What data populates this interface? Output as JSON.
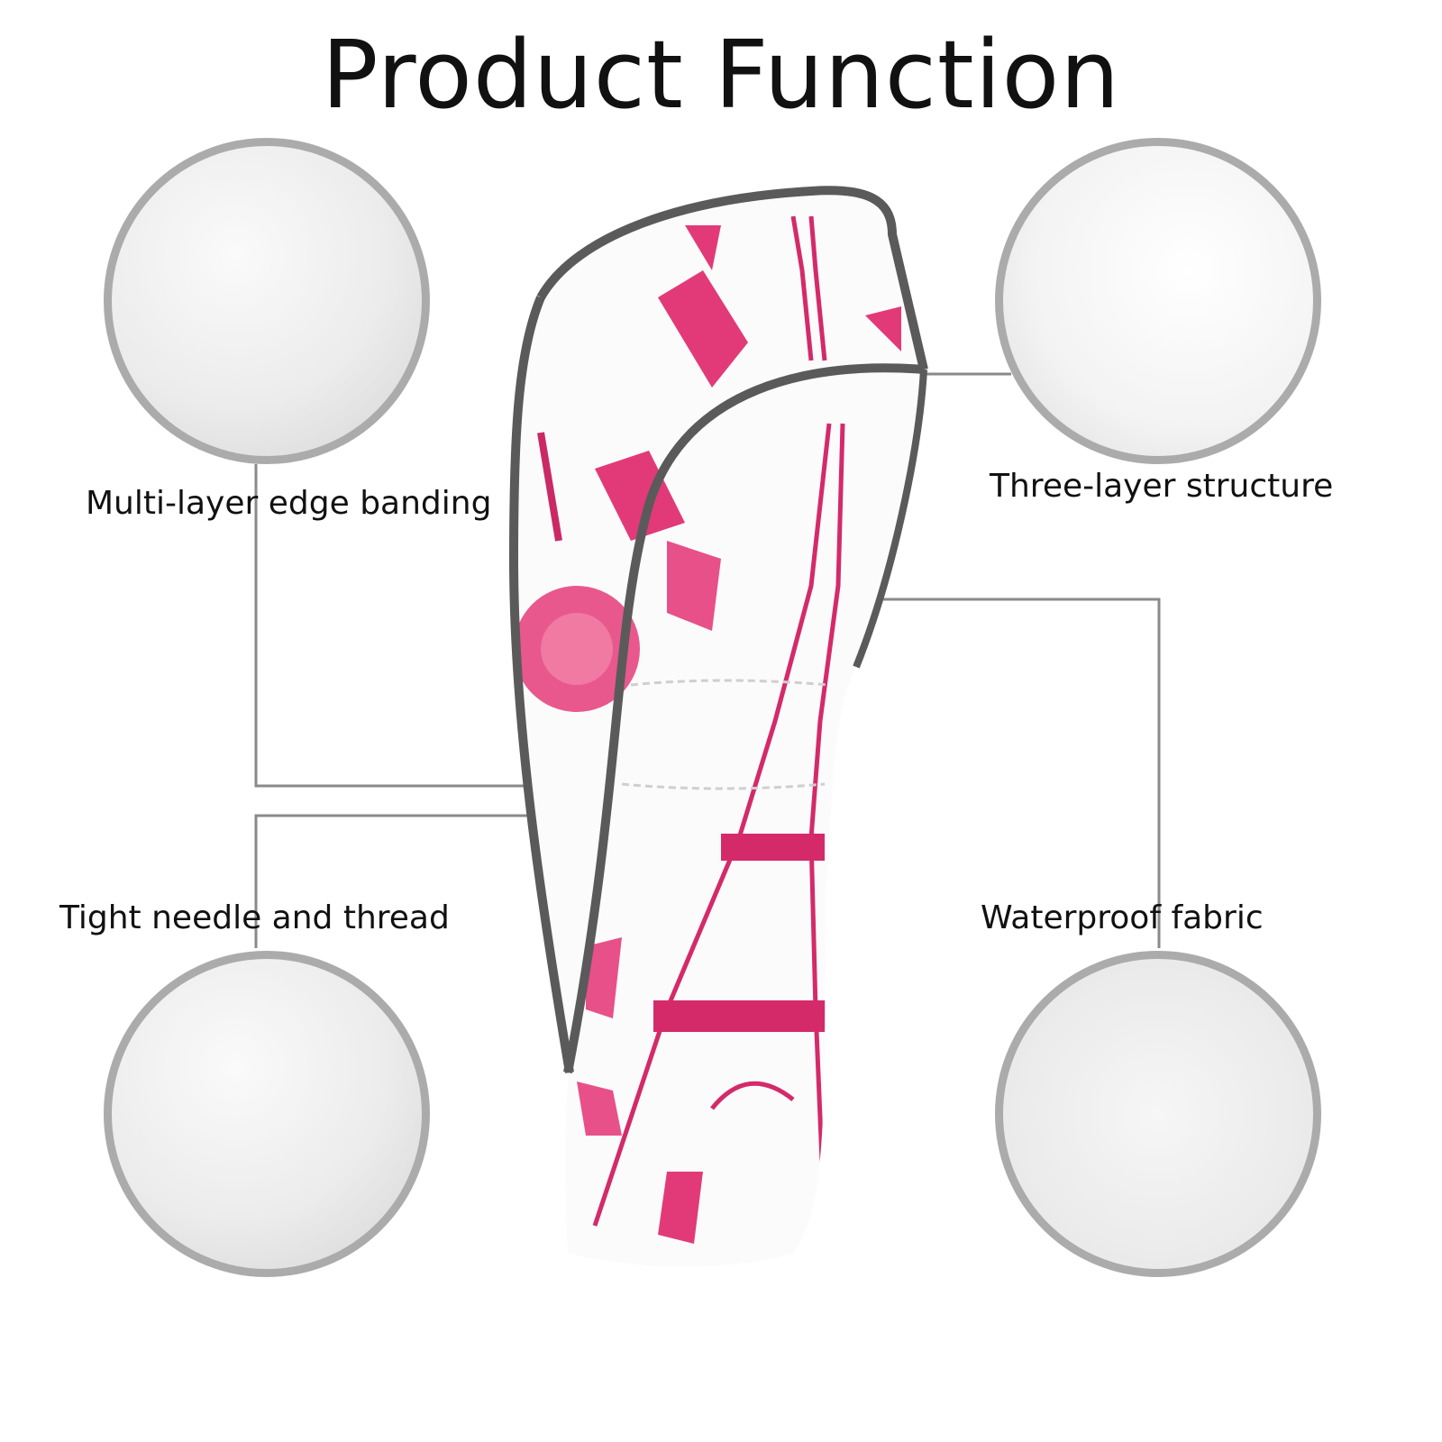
{
  "title": "Product Function",
  "features": [
    {
      "label": "Multi-layer edge banding"
    },
    {
      "label": "Three-layer structure"
    },
    {
      "label": "Tight needle and thread"
    },
    {
      "label": "Waterproof fabric"
    }
  ],
  "colors": {
    "accent_pink": "#e0306f",
    "border_gray": "#ababab",
    "line_gray": "#8a8a8a",
    "trim_gray": "#5a5a5a"
  }
}
